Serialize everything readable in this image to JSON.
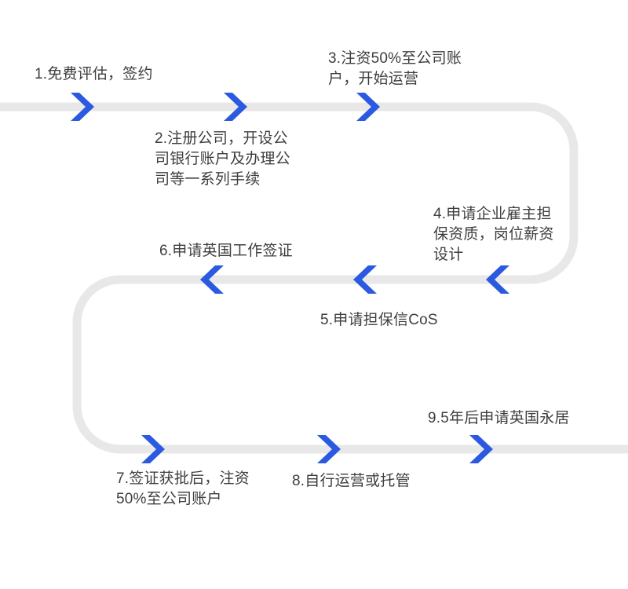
{
  "flow": {
    "steps": [
      {
        "id": 1,
        "label": "1.免费评估，签约",
        "arrow": "right"
      },
      {
        "id": 2,
        "label": "2.注册公司，开设公\n司银行账户及办理公\n司等一系列手续",
        "arrow": "right"
      },
      {
        "id": 3,
        "label": "3.注资50%至公司账\n户，开始运营",
        "arrow": "right"
      },
      {
        "id": 4,
        "label": "4.申请企业雇主担\n保资质，岗位薪资\n设计",
        "arrow": "left"
      },
      {
        "id": 5,
        "label": "5.申请担保信CoS",
        "arrow": "left"
      },
      {
        "id": 6,
        "label": "6.申请英国工作签证",
        "arrow": "left"
      },
      {
        "id": 7,
        "label": "7.签证获批后，注资\n50%至公司账户",
        "arrow": "right"
      },
      {
        "id": 8,
        "label": "8.自行运营或托管",
        "arrow": "right"
      },
      {
        "id": 9,
        "label": "9.5年后申请英国永居",
        "arrow": "right"
      }
    ],
    "colors": {
      "path_line": "#e8e8e9",
      "arrow_blue": "#2b59e0",
      "text": "#3e3e3e",
      "background": "#ffffff"
    }
  }
}
